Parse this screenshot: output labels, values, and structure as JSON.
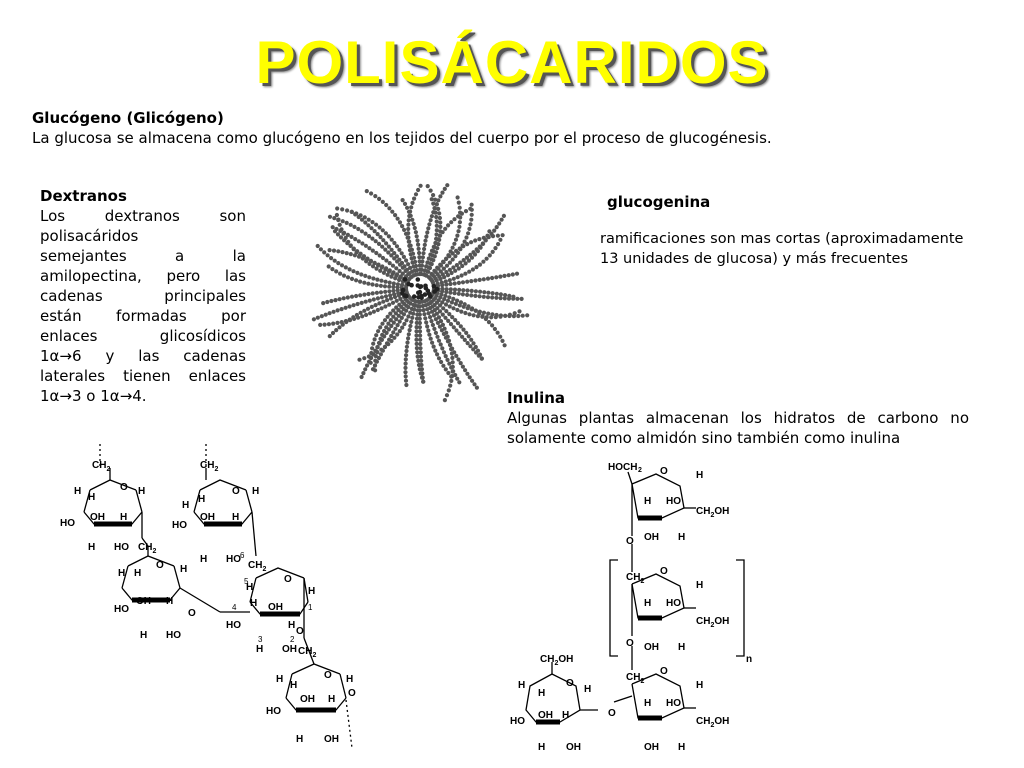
{
  "title": "POLISÁCARIDOS",
  "glucogeno": {
    "heading": "Glucógeno (Glicógeno)",
    "text": "La glucosa se almacena como glucógeno en los tejidos del cuerpo por el proceso de glucogénesis."
  },
  "dextranos": {
    "heading": "Dextranos",
    "lines": [
      "Los dextranos son",
      "polisacáridos",
      "semejantes a la",
      "amilopectina, pero las",
      "cadenas principales",
      "están formadas por",
      "enlaces glicosídicos",
      "1α→6 y las cadenas",
      "laterales tienen enlaces",
      "1α→3 o 1α→4."
    ]
  },
  "glucogenina": {
    "label": "glucogenina",
    "text": "ramificaciones son mas cortas (aproximadamente 13 unidades de glucosa) y más frecuentes"
  },
  "inulina": {
    "heading": "Inulina",
    "line1": "Algunas plantas almacenan los hidratos de carbono no",
    "line2": "solamente como almidón sino también como inulina"
  },
  "dextran_structure": {
    "ch2": "CH",
    "sub2": "2",
    "h": "H",
    "ho": "HO",
    "oh": "OH",
    "o": "O",
    "positions": [
      "6",
      "5",
      "4",
      "1",
      "3",
      "2"
    ]
  },
  "inulin_structure": {
    "hoch2": "HOCH",
    "ch2oh": "CH",
    "ch2oh_tail": "OH",
    "n": "n"
  },
  "colors": {
    "title": "#ffff00",
    "shadow": "#555555"
  }
}
